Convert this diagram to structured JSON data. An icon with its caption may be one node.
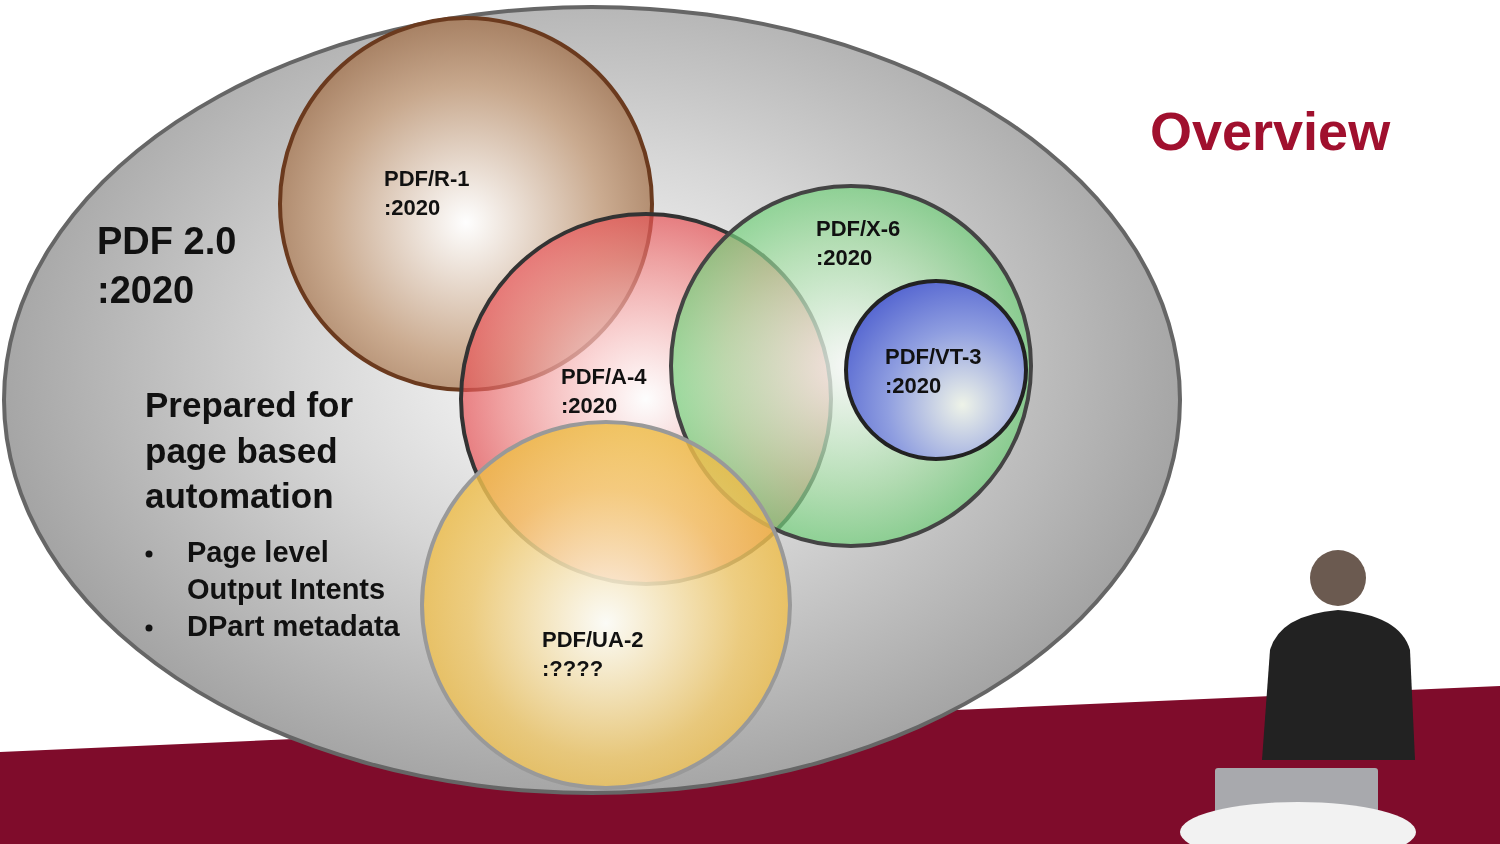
{
  "diagram": {
    "title": "Overview",
    "nodes": [
      {
        "text": [
          "PDF 2.0 :2020",
          "Prepared for page based automation",
          "Page level Output Intents",
          "DPart metadata"
        ]
      },
      {
        "text": [
          "PDF/R-1 :2020"
        ],
        "in": 0
      },
      {
        "text": [
          "PDF/A-4 :2020"
        ],
        "in": 0
      },
      {
        "text": [
          "PDF/X-6 :2020"
        ],
        "in": 0
      },
      {
        "text": [
          "PDF/VT-3 :2020"
        ],
        "in": 3
      },
      {
        "text": [
          "PDF/UA-2 :????"
        ],
        "in": 0
      }
    ],
    "edges": []
  }
}
